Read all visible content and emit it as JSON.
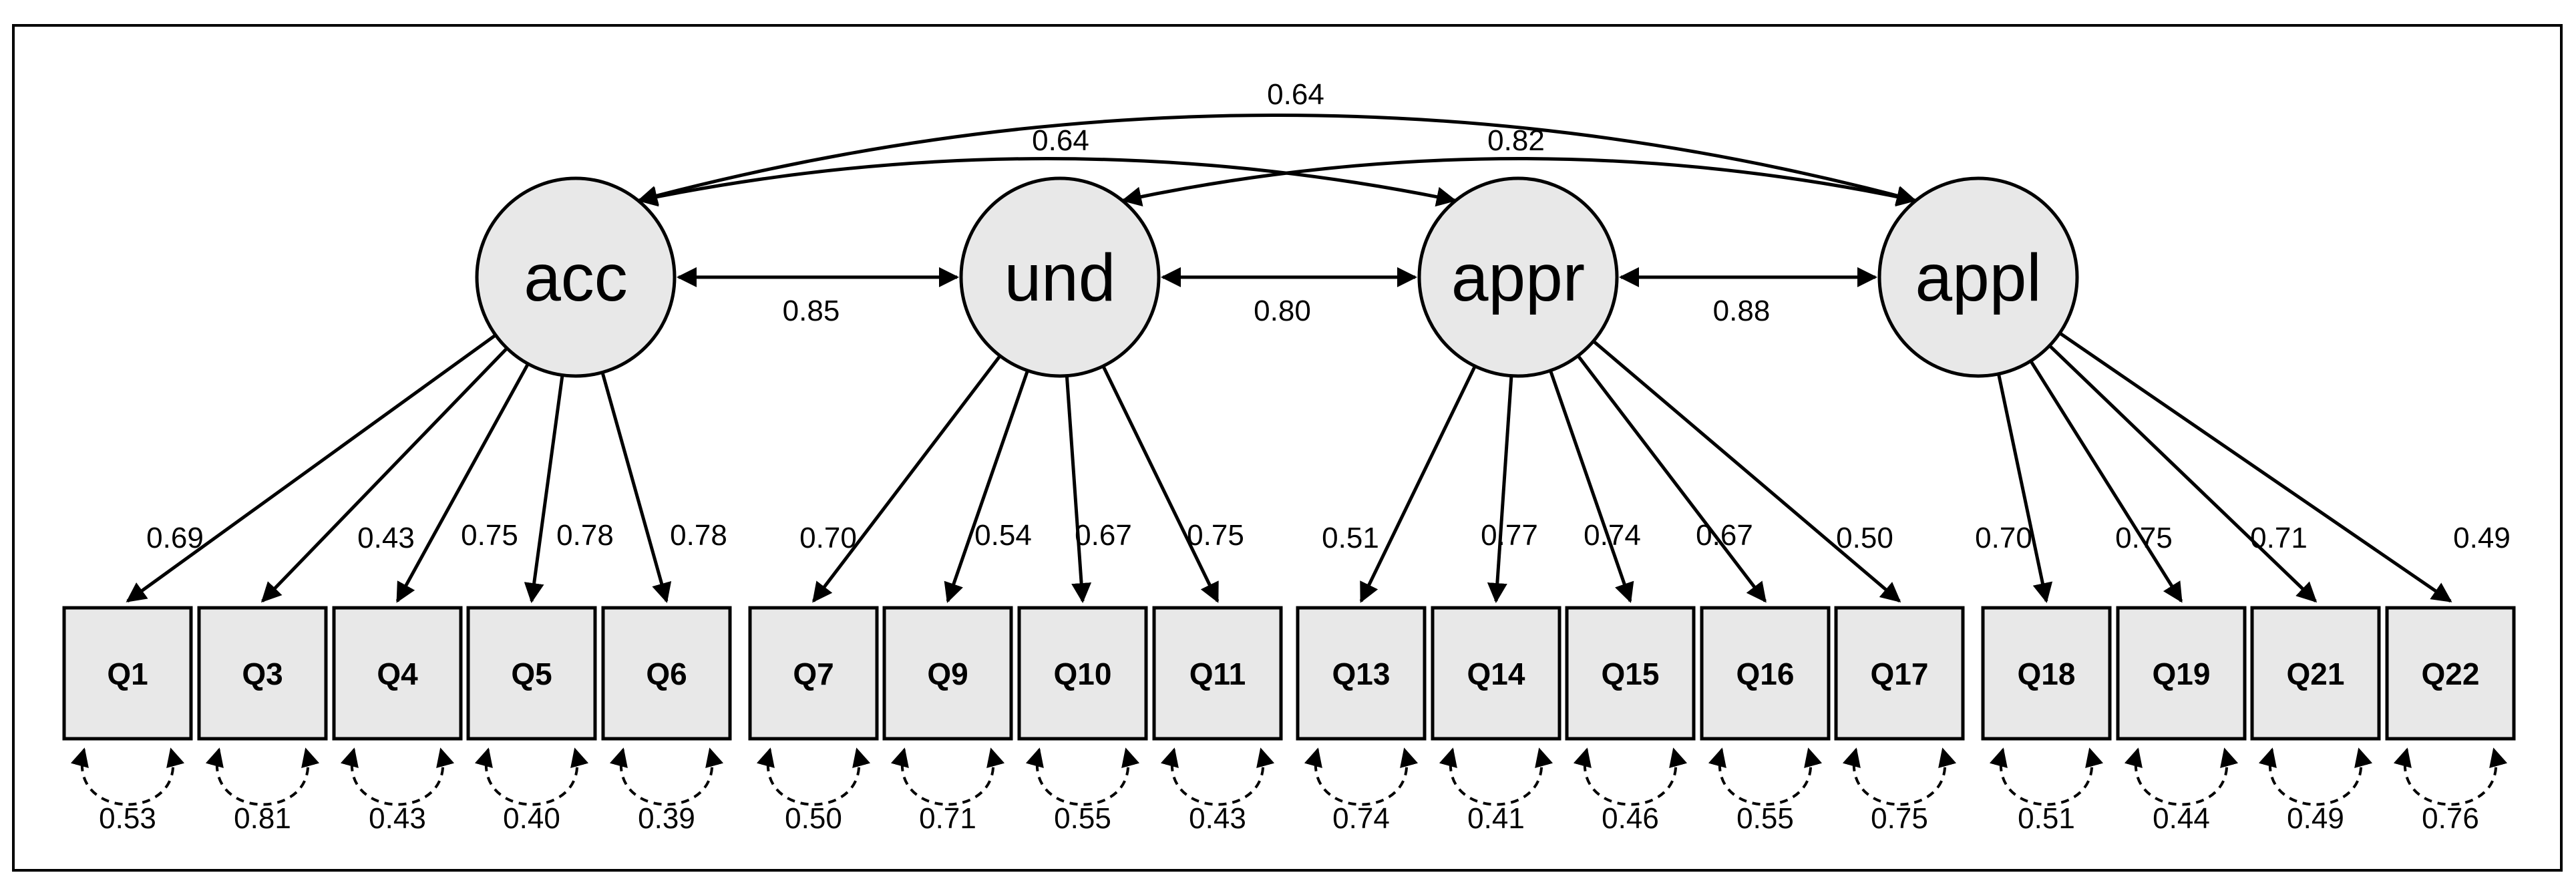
{
  "latents": [
    {
      "id": "acc",
      "label": "acc"
    },
    {
      "id": "und",
      "label": "und"
    },
    {
      "id": "appr",
      "label": "appr"
    },
    {
      "id": "appl",
      "label": "appl"
    }
  ],
  "items": [
    {
      "label": "Q1",
      "factor": "acc",
      "loading": "0.69",
      "error": "0.53"
    },
    {
      "label": "Q3",
      "factor": "acc",
      "loading": "0.43",
      "error": "0.81"
    },
    {
      "label": "Q4",
      "factor": "acc",
      "loading": "0.75",
      "error": "0.43"
    },
    {
      "label": "Q5",
      "factor": "acc",
      "loading": "0.78",
      "error": "0.40"
    },
    {
      "label": "Q6",
      "factor": "acc",
      "loading": "0.78",
      "error": "0.39"
    },
    {
      "label": "Q7",
      "factor": "und",
      "loading": "0.70",
      "error": "0.50"
    },
    {
      "label": "Q9",
      "factor": "und",
      "loading": "0.54",
      "error": "0.71"
    },
    {
      "label": "Q10",
      "factor": "und",
      "loading": "0.67",
      "error": "0.55"
    },
    {
      "label": "Q11",
      "factor": "und",
      "loading": "0.75",
      "error": "0.43"
    },
    {
      "label": "Q13",
      "factor": "appr",
      "loading": "0.51",
      "error": "0.74"
    },
    {
      "label": "Q14",
      "factor": "appr",
      "loading": "0.77",
      "error": "0.41"
    },
    {
      "label": "Q15",
      "factor": "appr",
      "loading": "0.74",
      "error": "0.46"
    },
    {
      "label": "Q16",
      "factor": "appr",
      "loading": "0.67",
      "error": "0.55"
    },
    {
      "label": "Q17",
      "factor": "appr",
      "loading": "0.50",
      "error": "0.75"
    },
    {
      "label": "Q18",
      "factor": "appl",
      "loading": "0.70",
      "error": "0.51"
    },
    {
      "label": "Q19",
      "factor": "appl",
      "loading": "0.75",
      "error": "0.44"
    },
    {
      "label": "Q21",
      "factor": "appl",
      "loading": "0.71",
      "error": "0.49"
    },
    {
      "label": "Q22",
      "factor": "appl",
      "loading": "0.49",
      "error": "0.76"
    }
  ],
  "correlations": [
    {
      "from": "acc",
      "to": "und",
      "value": "0.85"
    },
    {
      "from": "und",
      "to": "appr",
      "value": "0.80"
    },
    {
      "from": "appr",
      "to": "appl",
      "value": "0.88"
    },
    {
      "from": "acc",
      "to": "appr",
      "value": "0.64"
    },
    {
      "from": "und",
      "to": "appl",
      "value": "0.82"
    },
    {
      "from": "acc",
      "to": "appl",
      "value": "0.64"
    }
  ]
}
